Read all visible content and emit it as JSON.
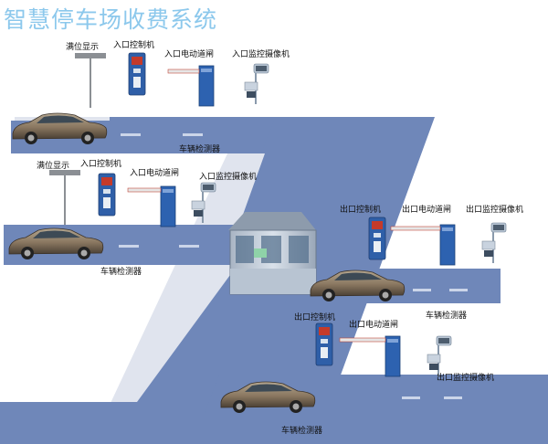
{
  "title": "智慧停车场收费系统",
  "colors": {
    "road": "#6f87b9",
    "road_dark": "#5a72a8",
    "lane": "#c6cee0",
    "car": "#8c7a63",
    "controller": "#2f5fa8",
    "gate": "#2d62b0",
    "title": "#8cc8ec"
  },
  "entrance_1": {
    "full_display": "满位显示",
    "controller": "入口控制机",
    "barrier": "入口电动道闸",
    "camera": "入口监控摄像机",
    "detector": "车辆检测器"
  },
  "entrance_2": {
    "full_display": "满位显示",
    "controller": "入口控制机",
    "barrier": "入口电动道闸",
    "camera": "入口监控摄像机",
    "detector": "车辆检测器"
  },
  "exit_1": {
    "controller": "出口控制机",
    "barrier": "出口电动道闸",
    "camera": "出口监控摄像机",
    "detector": "车辆检测器"
  },
  "exit_2": {
    "controller": "出口控制机",
    "barrier": "出口电动道闸",
    "camera": "出口监控摄像机",
    "detector": "车辆检测器"
  }
}
